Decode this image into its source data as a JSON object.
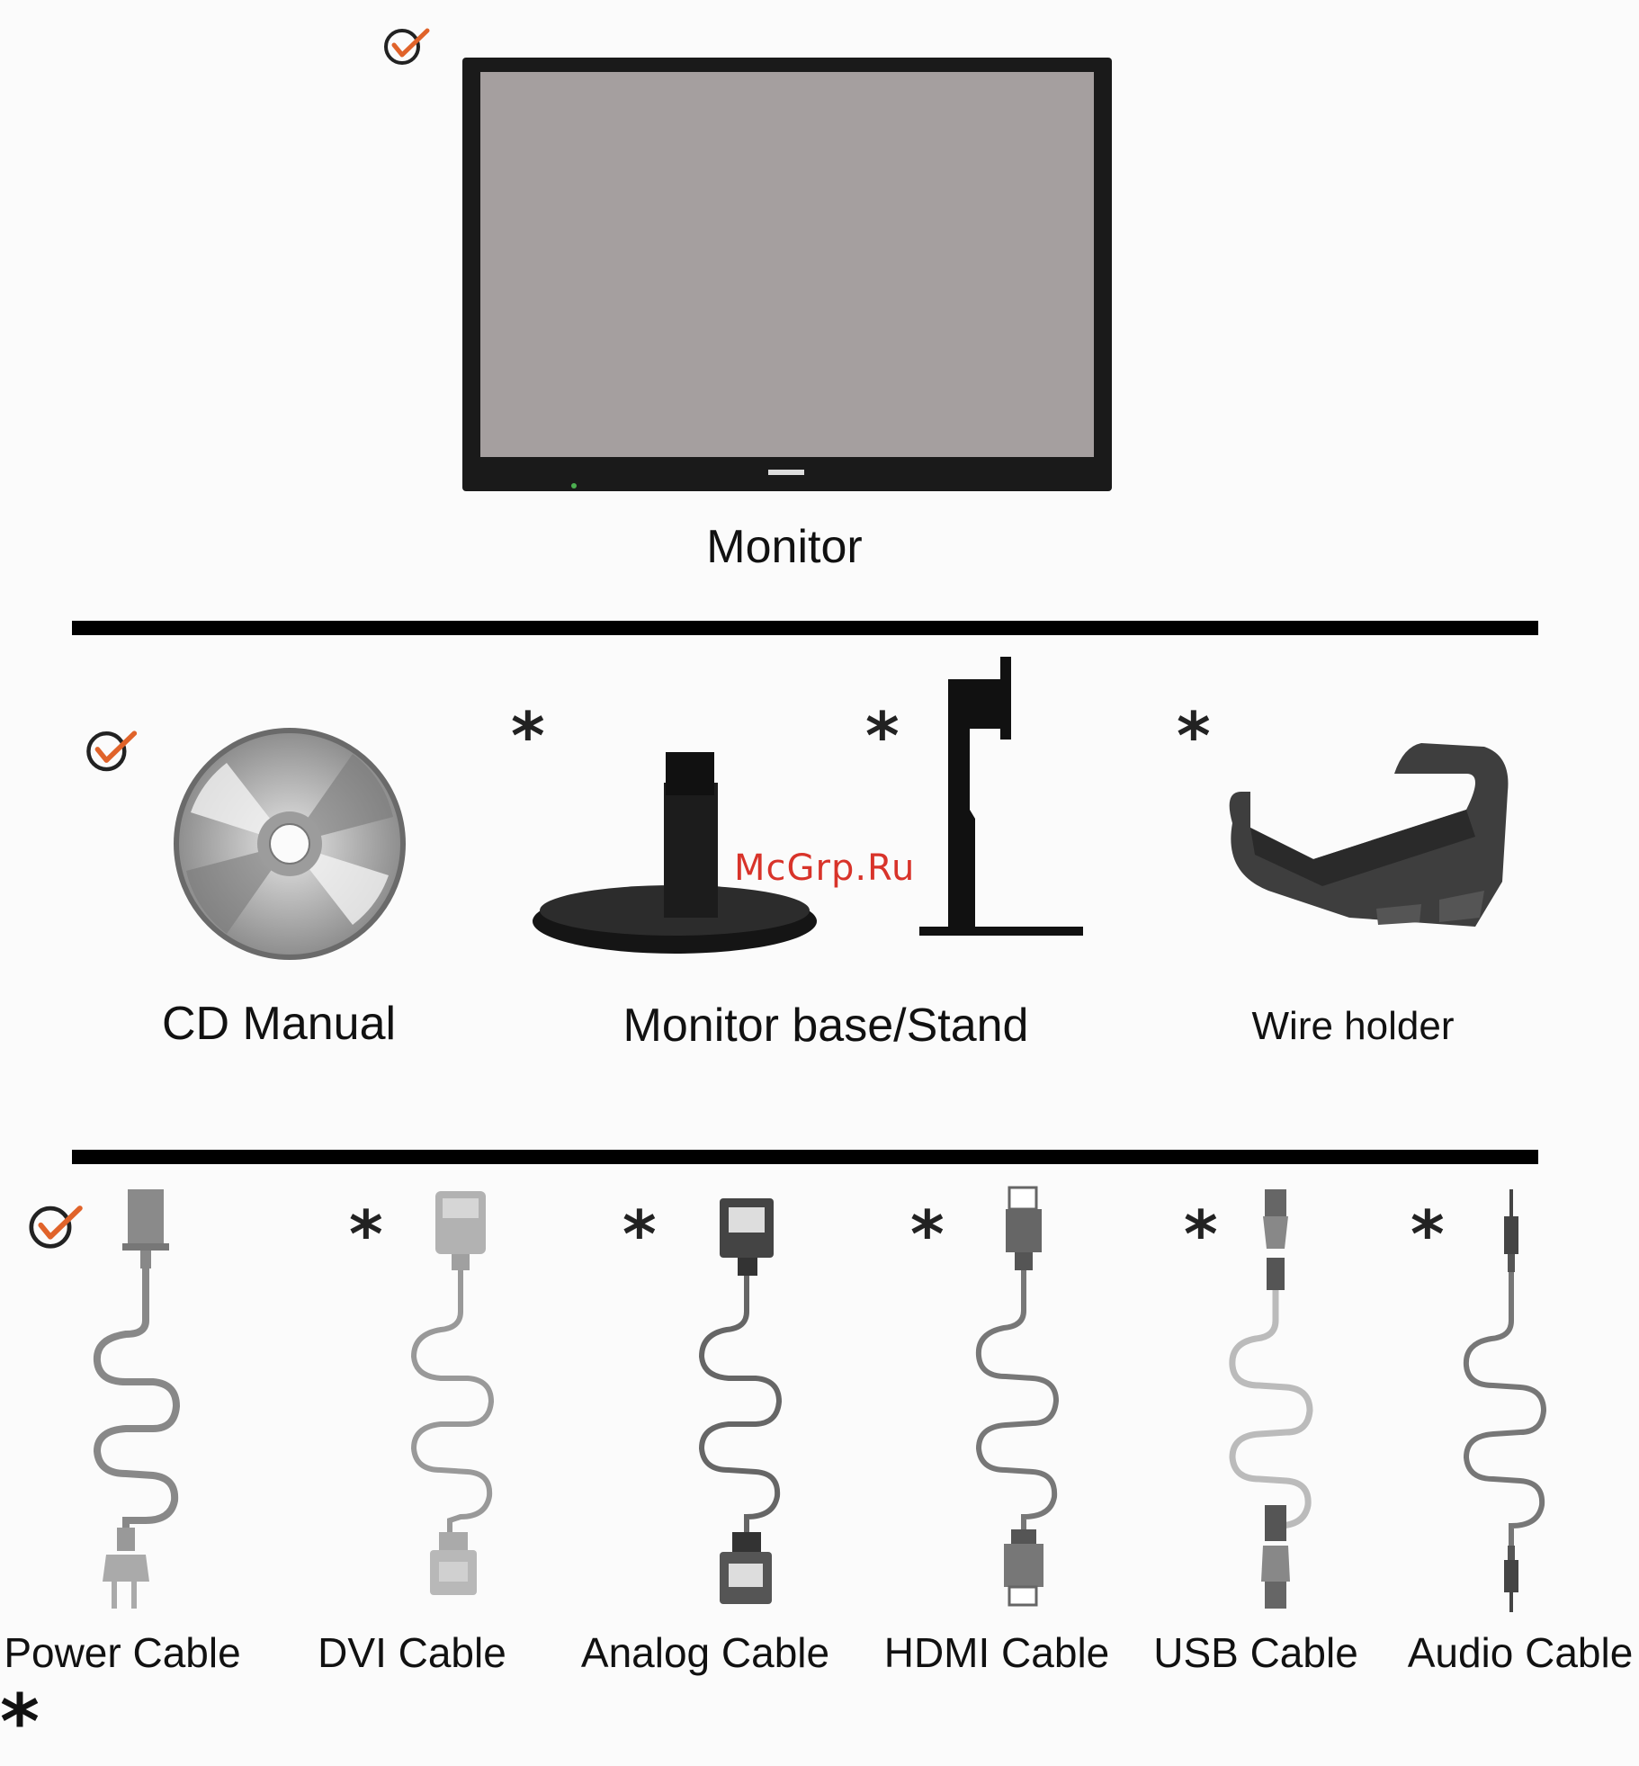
{
  "items": {
    "monitor": "Monitor",
    "cd_manual": "CD Manual",
    "monitor_base": "Monitor base/Stand",
    "wire_holder": "Wire holder"
  },
  "cables": [
    "Power Cable",
    "DVI Cable",
    "Analog Cable",
    "HDMI Cable",
    "USB Cable",
    "Audio Cable"
  ],
  "marks": {
    "optional": "*"
  },
  "watermark": "McGrp.Ru",
  "colors": {
    "check": "#e0632a",
    "rule": "#000000",
    "screen": "#a59f9f",
    "watermark": "#d8332a"
  }
}
